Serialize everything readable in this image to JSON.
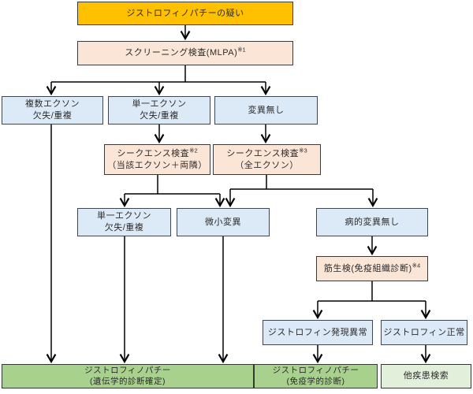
{
  "diagram": {
    "type": "flowchart",
    "language": "ja",
    "colors": {
      "start_fill": "#FFC000",
      "test_fill": "#FBE5D6",
      "result_fill": "#DCE9F7",
      "diagnosis_fill": "#A9D18E",
      "other_fill": "#E2EFDA",
      "border": "#3a3a3a",
      "line": "#000000"
    },
    "nodes": {
      "suspicion": {
        "line1": "ジストロフィノパチーの疑い"
      },
      "mlpa": {
        "line1": "スクリーニング検査(MLPA)",
        "sup": "※1"
      },
      "multi_exon": {
        "line1": "複数エクソン",
        "line2": "欠失/重複"
      },
      "single_exon": {
        "line1": "単一エクソン",
        "line2": "欠失/重複"
      },
      "no_mutation": {
        "line1": "変異無し"
      },
      "seq2": {
        "line1": "シークエンス検査",
        "sup": "※2",
        "line2": "（当該エクソン＋両隣）"
      },
      "seq3": {
        "line1": "シークエンス検査",
        "sup": "※3",
        "line2": "（全エクソン）"
      },
      "single_exon2": {
        "line1": "単一エクソン",
        "line2": "欠失/重複"
      },
      "small_mutation": {
        "line1": "微小変異"
      },
      "no_pathogenic": {
        "line1": "病的変異無し"
      },
      "biopsy": {
        "line1": "筋生検(免疫組織診断)",
        "sup": "※4"
      },
      "dys_abnormal": {
        "line1": "ジストロフィン発現異常"
      },
      "dys_normal": {
        "line1": "ジストロフィン正常"
      },
      "final_genetic": {
        "line1": "ジストロフィノパチー",
        "line2": "(遺伝学的診断確定)"
      },
      "final_immuno": {
        "line1": "ジストロフィノパチー",
        "line2": "(免疫学的診断)"
      },
      "other_disease": {
        "line1": "他疾患検索"
      }
    },
    "edges": [
      "suspicion -> mlpa",
      "mlpa -> multi_exon",
      "mlpa -> single_exon",
      "mlpa -> no_mutation",
      "single_exon -> seq2",
      "no_mutation -> seq3",
      "seq2 -> single_exon2",
      "seq2 -> small_mutation",
      "seq3 -> small_mutation",
      "seq3 -> no_pathogenic",
      "no_pathogenic -> biopsy",
      "biopsy -> dys_abnormal",
      "biopsy -> dys_normal",
      "multi_exon -> final_genetic",
      "single_exon2 -> final_genetic",
      "small_mutation -> final_genetic",
      "dys_abnormal -> final_immuno",
      "dys_normal -> other_disease"
    ]
  }
}
